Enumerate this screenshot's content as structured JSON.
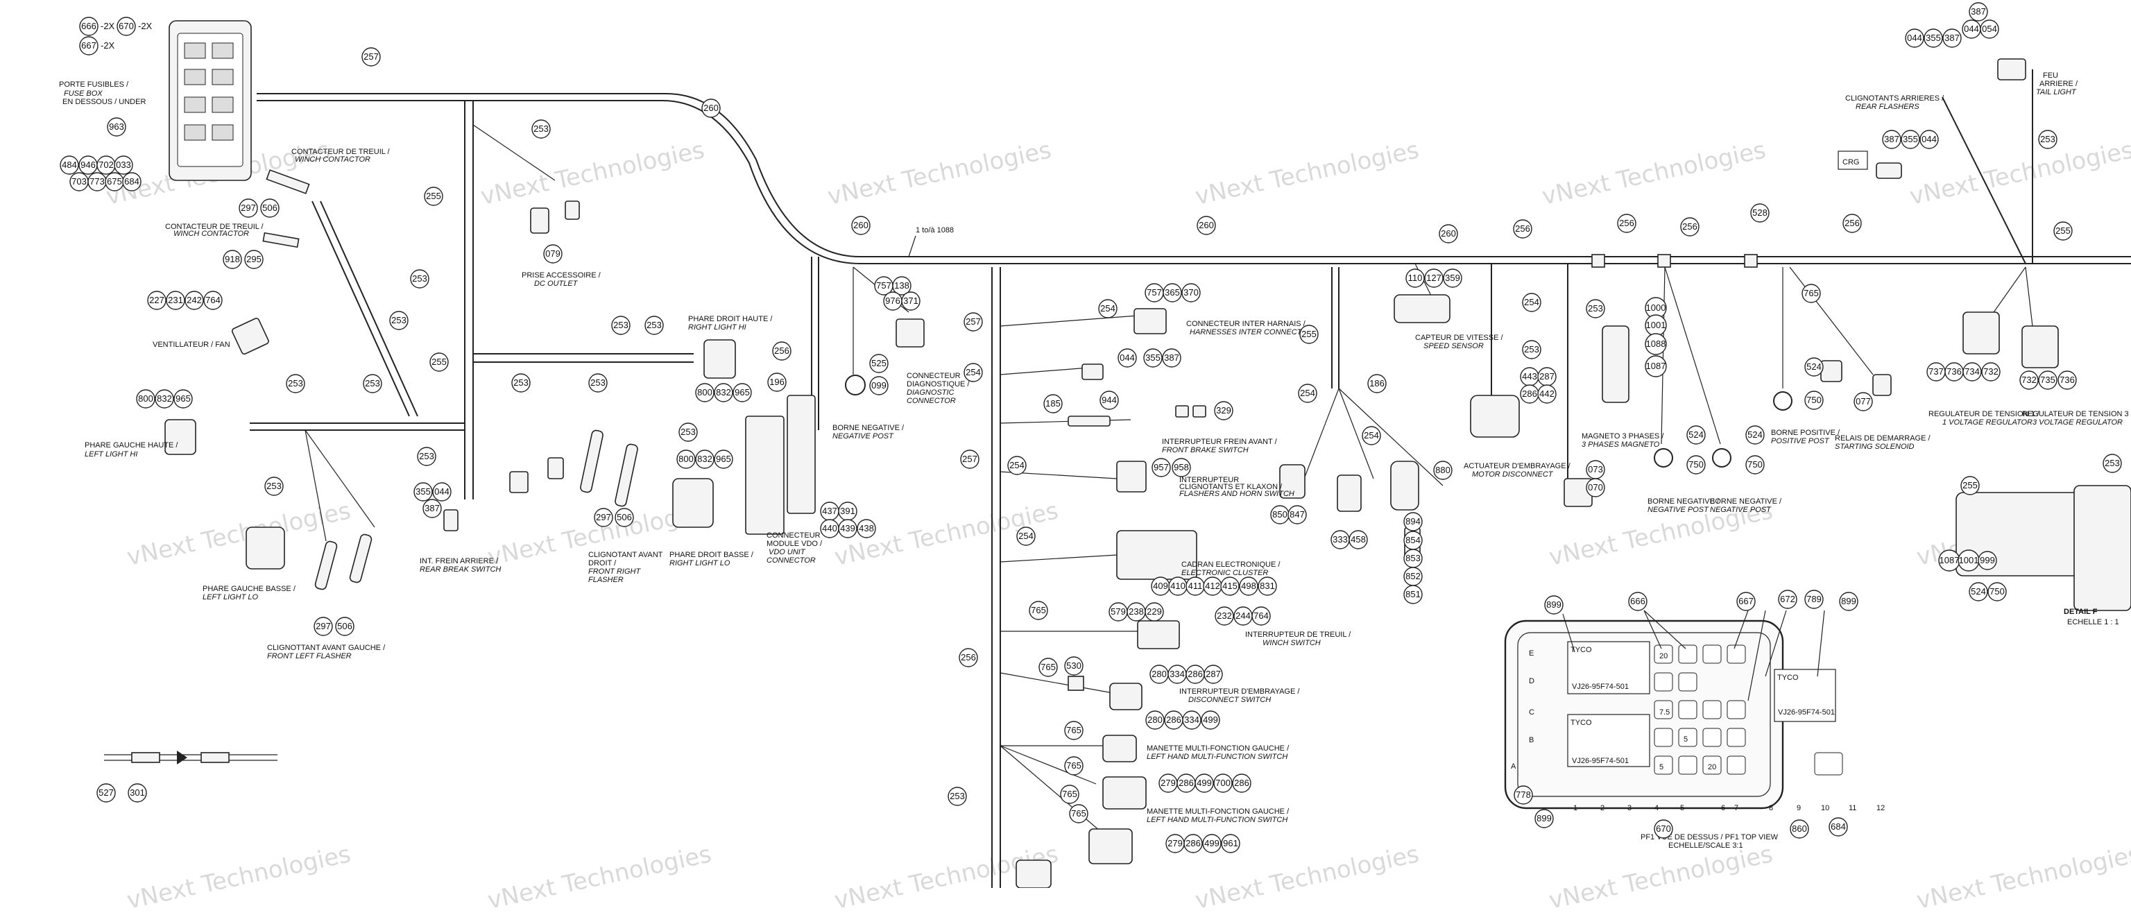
{
  "center_title": "1 to/à 1088",
  "fuse_callouts_top": [
    "666",
    "670",
    "667"
  ],
  "fuse_suffixes": [
    "-2X",
    "-2X",
    "-2X"
  ],
  "watermark": "vNext Technologies",
  "labels": {
    "fuse_box": [
      "PORTE FUSIBLES /",
      "FUSE BOX",
      "EN DESSOUS / UNDER"
    ],
    "winch_contactor": [
      "CONTACTEUR DE TREUIL /",
      "WINCH CONTACTOR"
    ],
    "winch_contactor2": [
      "CONTACTEUR DE TREUIL /",
      "WINCH CONTACTOR"
    ],
    "fan": "VENTILLATEUR / FAN",
    "left_hi": [
      "PHARE GAUCHE HAUTE /",
      "LEFT LIGHT HI"
    ],
    "left_lo": [
      "PHARE GAUCHE BASSE /",
      "LEFT LIGHT LO"
    ],
    "front_left_flasher": [
      "CLIGNOTTANT AVANT GAUCHE /",
      "FRONT LEFT FLASHER"
    ],
    "dc_outlet": [
      "PRISE ACCESSOIRE /",
      "DC OUTLET"
    ],
    "rear_brake": [
      "INT. FREIN ARRIERE /",
      "REAR BREAK SWITCH"
    ],
    "front_right_flasher": [
      "CLIGNOTANT AVANT",
      "DROIT /",
      "FRONT RIGHT",
      "FLASHER"
    ],
    "right_hi": [
      "PHARE DROIT HAUTE /",
      "RIGHT LIGHT HI"
    ],
    "right_lo": [
      "PHARE DROIT BASSE /",
      "RIGHT LIGHT LO"
    ],
    "vdo": [
      "CONNECTEUR",
      "MODULE VDO /",
      "VDO UNIT",
      "CONNECTOR"
    ],
    "negative_post": [
      "BORNE NEGATIVE /",
      "NEGATIVE POST"
    ],
    "diagnostic": [
      "CONNECTEUR",
      "DIAGNOSTIQUE /",
      "DIAGNOSTIC",
      "CONNECTOR"
    ],
    "harness_inter": [
      "CONNECTEUR INTER HARNAIS /",
      "HARNESSES INTER CONNECT"
    ],
    "front_brake": [
      "INTERRUPTEUR FREIN AVANT /",
      "FRONT BRAKE SWITCH"
    ],
    "flasher_horn": [
      "INTERRUPTEUR",
      "CLIGNOTANTS ET KLAXON /",
      "FLASHERS AND HORN SWITCH"
    ],
    "cluster": [
      "CADRAN ELECTRONIQUE /",
      "ELECTRONIC CLUSTER"
    ],
    "winch_switch": [
      "INTERRUPTEUR DE TREUIL /",
      "WINCH SWITCH"
    ],
    "disconnect": [
      "INTERRUPTEUR D'EMBRAYAGE /",
      "DISCONNECT SWITCH"
    ],
    "lh_multi": [
      "MANETTE MULTI-FONCTION GAUCHE /",
      "LEFT HAND MULTI-FUNCTION SWITCH"
    ],
    "lh_multi2": [
      "MANETTE MULTI-FONCTION GAUCHE /",
      "LEFT HAND MULTI-FUNCTION SWITCH"
    ],
    "speed_sensor": [
      "CAPTEUR DE VITESSE /",
      "SPEED SENSOR"
    ],
    "motor_disconnect": [
      "ACTUATEUR D'EMBRAYAGE /",
      "MOTOR DISCONNECT"
    ],
    "magneto": [
      "MAGNETO 3 PHASES /",
      "3 PHASES MAGNETO"
    ],
    "neg_post_2": [
      "BORNE NEGATIVE /",
      "NEGATIVE POST"
    ],
    "neg_post_3": [
      "BORNE NEGATIVE /",
      "NEGATIVE POST"
    ],
    "pos_post": [
      "BORNE POSITIVE /",
      "POSITIVE POST"
    ],
    "starting_solenoid": [
      "RELAIS DE DEMARRAGE /",
      "STARTING SOLENOID"
    ],
    "rear_flashers": [
      "CLIGNOTANTS ARRIERES /",
      "REAR FLASHERS"
    ],
    "tail_light": [
      "FEU",
      "ARRIERE /",
      "TAIL LIGHT"
    ],
    "voltage_reg": [
      "REGULATEUR DE TENSION 1 /",
      "1 VOLTAGE REGULATOR"
    ],
    "voltage_reg3": [
      "REGULATEUR DE TENSION 3 /",
      "3 VOLTAGE REGULATOR"
    ],
    "pf1": [
      "PF1 VUE DE DESSUS / PF1 TOP VIEW",
      "ECHELLE/SCALE 3:1"
    ],
    "detail": [
      "DETAIL F",
      "ECHELLE 1 : 1"
    ],
    "crg": "CRG"
  },
  "fuse_box_detail": {
    "rows": [
      "E",
      "D",
      "C",
      "B",
      "A"
    ],
    "cols": [
      "1",
      "2",
      "3",
      "4",
      "5",
      "6",
      "7",
      "8",
      "9",
      "10",
      "11",
      "12"
    ],
    "tyco": [
      "TYCO",
      "TYCO",
      "TYCO"
    ],
    "relay_codes": [
      "VJ26-95F74-501",
      "VJ26-95F74-501",
      "VJ26-95F74-501"
    ],
    "fuse_values": [
      "20",
      "7.5",
      "5",
      "20",
      "5"
    ]
  },
  "callouts": [
    {
      "id": "c257a",
      "text": "257"
    },
    {
      "id": "c260a",
      "text": "260"
    },
    {
      "id": "c253a",
      "text": "253"
    },
    {
      "id": "c255a",
      "text": "255"
    },
    {
      "id": "c079",
      "text": "079"
    },
    {
      "id": "c963",
      "text": "963"
    },
    {
      "id": "c484",
      "text": "484"
    },
    {
      "id": "c946",
      "text": "946"
    },
    {
      "id": "c702",
      "text": "702"
    },
    {
      "id": "c033",
      "text": "033"
    },
    {
      "id": "c703",
      "text": "703"
    },
    {
      "id": "c773",
      "text": "773"
    },
    {
      "id": "c675",
      "text": "675"
    },
    {
      "id": "c684",
      "text": "684"
    },
    {
      "id": "c297a",
      "text": "297"
    },
    {
      "id": "c506a",
      "text": "506"
    },
    {
      "id": "c918",
      "text": "918"
    },
    {
      "id": "c295",
      "text": "295"
    },
    {
      "id": "c227",
      "text": "227"
    },
    {
      "id": "c231",
      "text": "231"
    },
    {
      "id": "c242",
      "text": "242"
    },
    {
      "id": "c764a",
      "text": "764"
    },
    {
      "id": "c253b",
      "text": "253"
    },
    {
      "id": "c253c",
      "text": "253"
    },
    {
      "id": "c800a",
      "text": "800"
    },
    {
      "id": "c832a",
      "text": "832"
    },
    {
      "id": "c965a",
      "text": "965"
    },
    {
      "id": "c253d",
      "text": "253"
    },
    {
      "id": "c253e",
      "text": "253"
    },
    {
      "id": "c255b",
      "text": "255"
    },
    {
      "id": "c253f",
      "text": "253"
    },
    {
      "id": "c253g",
      "text": "253"
    },
    {
      "id": "c253h",
      "text": "253"
    },
    {
      "id": "c355a",
      "text": "355"
    },
    {
      "id": "c044a",
      "text": "044"
    },
    {
      "id": "c387a",
      "text": "387"
    },
    {
      "id": "c297b",
      "text": "297"
    },
    {
      "id": "c506b",
      "text": "506"
    },
    {
      "id": "c253i",
      "text": "253"
    },
    {
      "id": "c253j",
      "text": "253"
    },
    {
      "id": "c253k",
      "text": "253"
    },
    {
      "id": "c297c",
      "text": "297"
    },
    {
      "id": "c506c",
      "text": "506"
    },
    {
      "id": "c800b",
      "text": "800"
    },
    {
      "id": "c832b",
      "text": "832"
    },
    {
      "id": "c965b",
      "text": "965"
    },
    {
      "id": "c800c",
      "text": "800"
    },
    {
      "id": "c832c",
      "text": "832"
    },
    {
      "id": "c965c",
      "text": "965"
    },
    {
      "id": "c253l",
      "text": "253"
    },
    {
      "id": "c527",
      "text": "527"
    },
    {
      "id": "c301",
      "text": "301"
    },
    {
      "id": "c260b",
      "text": "260"
    },
    {
      "id": "c256a",
      "text": "256"
    },
    {
      "id": "c196",
      "text": "196"
    },
    {
      "id": "c437",
      "text": "437"
    },
    {
      "id": "c391",
      "text": "391"
    },
    {
      "id": "c440",
      "text": "440"
    },
    {
      "id": "c439",
      "text": "439"
    },
    {
      "id": "c438",
      "text": "438"
    },
    {
      "id": "c757a",
      "text": "757"
    },
    {
      "id": "c138",
      "text": "138"
    },
    {
      "id": "c976",
      "text": "976"
    },
    {
      "id": "c371",
      "text": "371"
    },
    {
      "id": "c525",
      "text": "525"
    },
    {
      "id": "c099",
      "text": "099"
    },
    {
      "id": "c257b",
      "text": "257"
    },
    {
      "id": "c254a",
      "text": "254"
    },
    {
      "id": "c254b",
      "text": "254"
    },
    {
      "id": "c257c",
      "text": "257"
    },
    {
      "id": "c185",
      "text": "185"
    },
    {
      "id": "c944",
      "text": "944"
    },
    {
      "id": "c329",
      "text": "329"
    },
    {
      "id": "c254c",
      "text": "254"
    },
    {
      "id": "c957",
      "text": "957"
    },
    {
      "id": "c958",
      "text": "958"
    },
    {
      "id": "c757b",
      "text": "757"
    },
    {
      "id": "c365",
      "text": "365"
    },
    {
      "id": "c370",
      "text": "370"
    },
    {
      "id": "c044b",
      "text": "044"
    },
    {
      "id": "c355b",
      "text": "355"
    },
    {
      "id": "c387b",
      "text": "387"
    },
    {
      "id": "c254d",
      "text": "254"
    },
    {
      "id": "c409",
      "text": "409"
    },
    {
      "id": "c410",
      "text": "410"
    },
    {
      "id": "c411",
      "text": "411"
    },
    {
      "id": "c412",
      "text": "412"
    },
    {
      "id": "c415",
      "text": "415"
    },
    {
      "id": "c498",
      "text": "498"
    },
    {
      "id": "c831",
      "text": "831"
    },
    {
      "id": "c765a",
      "text": "765"
    },
    {
      "id": "c579",
      "text": "579"
    },
    {
      "id": "c238",
      "text": "238"
    },
    {
      "id": "c229",
      "text": "229"
    },
    {
      "id": "c232",
      "text": "232"
    },
    {
      "id": "c244",
      "text": "244"
    },
    {
      "id": "c764b",
      "text": "764"
    },
    {
      "id": "c256b",
      "text": "256"
    },
    {
      "id": "c765b",
      "text": "765"
    },
    {
      "id": "c530",
      "text": "530"
    },
    {
      "id": "c280a",
      "text": "280"
    },
    {
      "id": "c334a",
      "text": "334"
    },
    {
      "id": "c286a",
      "text": "286"
    },
    {
      "id": "c287a",
      "text": "287"
    },
    {
      "id": "c280b",
      "text": "280"
    },
    {
      "id": "c286b",
      "text": "286"
    },
    {
      "id": "c334b",
      "text": "334"
    },
    {
      "id": "c499a",
      "text": "499"
    },
    {
      "id": "c765c",
      "text": "765"
    },
    {
      "id": "c765d",
      "text": "765"
    },
    {
      "id": "c765e",
      "text": "765"
    },
    {
      "id": "c765f",
      "text": "765"
    },
    {
      "id": "c279a",
      "text": "279"
    },
    {
      "id": "c286c",
      "text": "286"
    },
    {
      "id": "c499b",
      "text": "499"
    },
    {
      "id": "c700",
      "text": "700"
    },
    {
      "id": "c286d",
      "text": "286"
    },
    {
      "id": "c253m",
      "text": "253"
    },
    {
      "id": "c279b",
      "text": "279"
    },
    {
      "id": "c286e",
      "text": "286"
    },
    {
      "id": "c499c",
      "text": "499"
    },
    {
      "id": "c961",
      "text": "961"
    },
    {
      "id": "c260c",
      "text": "260"
    },
    {
      "id": "c255c",
      "text": "255"
    },
    {
      "id": "c254e",
      "text": "254"
    },
    {
      "id": "c186",
      "text": "186"
    },
    {
      "id": "c254f",
      "text": "254"
    },
    {
      "id": "c850",
      "text": "850"
    },
    {
      "id": "c847",
      "text": "847"
    },
    {
      "id": "c333",
      "text": "333"
    },
    {
      "id": "c458",
      "text": "458"
    },
    {
      "id": "c880",
      "text": "880"
    },
    {
      "id": "c894",
      "text": "894"
    },
    {
      "id": "c854",
      "text": "854"
    },
    {
      "id": "c853",
      "text": "853"
    },
    {
      "id": "c852",
      "text": "852"
    },
    {
      "id": "c851",
      "text": "851"
    },
    {
      "id": "c260d",
      "text": "260"
    },
    {
      "id": "c110",
      "text": "110"
    },
    {
      "id": "c127",
      "text": "127"
    },
    {
      "id": "c359",
      "text": "359"
    },
    {
      "id": "c254g",
      "text": "254"
    },
    {
      "id": "c256c",
      "text": "256"
    },
    {
      "id": "c253n",
      "text": "253"
    },
    {
      "id": "c443",
      "text": "443"
    },
    {
      "id": "c287b",
      "text": "287"
    },
    {
      "id": "c286f",
      "text": "286"
    },
    {
      "id": "c442",
      "text": "442"
    },
    {
      "id": "c073",
      "text": "073"
    },
    {
      "id": "c070",
      "text": "070"
    },
    {
      "id": "c256d",
      "text": "256"
    },
    {
      "id": "c253o",
      "text": "253"
    },
    {
      "id": "c1000",
      "text": "1000"
    },
    {
      "id": "c1001a",
      "text": "1001"
    },
    {
      "id": "c1088",
      "text": "1088"
    },
    {
      "id": "c1087a",
      "text": "1087"
    },
    {
      "id": "c256e",
      "text": "256"
    },
    {
      "id": "c524a",
      "text": "524"
    },
    {
      "id": "c750a",
      "text": "750"
    },
    {
      "id": "c524b",
      "text": "524"
    },
    {
      "id": "c750b",
      "text": "750"
    },
    {
      "id": "c528",
      "text": "528"
    },
    {
      "id": "c765g",
      "text": "765"
    },
    {
      "id": "c524c",
      "text": "524"
    },
    {
      "id": "c750c",
      "text": "750"
    },
    {
      "id": "c077",
      "text": "077"
    },
    {
      "id": "c256f",
      "text": "256"
    },
    {
      "id": "c255d",
      "text": "255"
    },
    {
      "id": "c737",
      "text": "737"
    },
    {
      "id": "c736a",
      "text": "736"
    },
    {
      "id": "c734",
      "text": "734"
    },
    {
      "id": "c732a",
      "text": "732"
    },
    {
      "id": "c732b",
      "text": "732"
    },
    {
      "id": "c735",
      "text": "735"
    },
    {
      "id": "c736b",
      "text": "736"
    },
    {
      "id": "c387c",
      "text": "387"
    },
    {
      "id": "c044c",
      "text": "044"
    },
    {
      "id": "c054",
      "text": "054"
    },
    {
      "id": "c044d",
      "text": "044"
    },
    {
      "id": "c355c",
      "text": "355"
    },
    {
      "id": "c387d",
      "text": "387"
    },
    {
      "id": "c387e",
      "text": "387"
    },
    {
      "id": "c355d",
      "text": "355"
    },
    {
      "id": "c044e",
      "text": "044"
    },
    {
      "id": "c253p",
      "text": "253"
    },
    {
      "id": "c255e",
      "text": "255"
    },
    {
      "id": "c253q",
      "text": "253"
    },
    {
      "id": "c1087b",
      "text": "1087"
    },
    {
      "id": "c1001b",
      "text": "1001"
    },
    {
      "id": "c999",
      "text": "999"
    },
    {
      "id": "c524d",
      "text": "524"
    },
    {
      "id": "c750d",
      "text": "750"
    },
    {
      "id": "c899a",
      "text": "899"
    },
    {
      "id": "c666",
      "text": "666"
    },
    {
      "id": "c667",
      "text": "667"
    },
    {
      "id": "c672",
      "text": "672"
    },
    {
      "id": "c789",
      "text": "789"
    },
    {
      "id": "c899b",
      "text": "899"
    },
    {
      "id": "c778",
      "text": "778"
    },
    {
      "id": "c899c",
      "text": "899"
    },
    {
      "id": "c670",
      "text": "670"
    },
    {
      "id": "c860",
      "text": "860"
    },
    {
      "id": "c684b",
      "text": "684"
    }
  ]
}
